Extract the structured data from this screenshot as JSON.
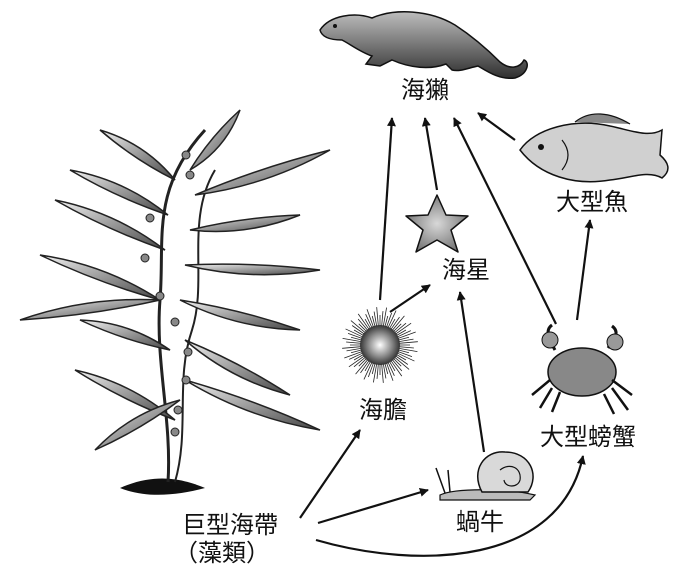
{
  "diagram": {
    "nodes": {
      "otter": "海獺",
      "fish": "大型魚",
      "starfish": "海星",
      "urchin": "海膽",
      "crab": "大型螃蟹",
      "snail": "蝸牛",
      "kelp_line1": "巨型海帶",
      "kelp_line2": "（藻類）"
    },
    "arrows": [
      {
        "from": "kelp",
        "to": "urchin"
      },
      {
        "from": "kelp",
        "to": "snail"
      },
      {
        "from": "kelp",
        "to": "crab"
      },
      {
        "from": "urchin",
        "to": "otter"
      },
      {
        "from": "urchin",
        "to": "starfish"
      },
      {
        "from": "starfish",
        "to": "otter"
      },
      {
        "from": "snail",
        "to": "starfish"
      },
      {
        "from": "crab",
        "to": "otter"
      },
      {
        "from": "crab",
        "to": "fish"
      },
      {
        "from": "fish",
        "to": "otter"
      }
    ]
  }
}
